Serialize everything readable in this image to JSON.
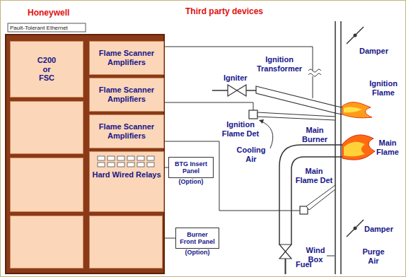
{
  "diagram": {
    "nodes": [
      {
        "text": [
          "Honeywell"
        ]
      },
      {
        "text": [
          "C200 or FSC"
        ],
        "in": 0
      },
      {
        "text": [
          "Flame Scanner Amplifiers"
        ],
        "in": 0
      },
      {
        "text": [
          "Flame Scanner Amplifiers"
        ],
        "in": 0
      },
      {
        "text": [
          "Flame Scanner Amplifiers"
        ],
        "in": 0
      },
      {
        "text": [
          "Hard Wired Relays"
        ],
        "in": 0
      },
      {
        "text": [
          "BTG Insert Panel",
          "(Option)"
        ]
      },
      {
        "text": [
          "Burner Front Panel",
          "(Option)"
        ]
      }
    ],
    "edges": [
      {
        "from": 5,
        "to": 6,
        "arrow": "none"
      },
      {
        "from": 0,
        "to": 7,
        "arrow": "none"
      }
    ],
    "labels": [
      "Third party devices",
      "Pault-Tolerant Ethernet",
      "Ignition Transformer",
      "Damper",
      "Igniter",
      "Ignition Flame",
      "Ignition Flame Det",
      "Cooling Air",
      "Main Burner",
      "Main Flame",
      "Main Flame Det",
      "Damper",
      "Fuel",
      "Wind Box",
      "Purge Air"
    ]
  }
}
